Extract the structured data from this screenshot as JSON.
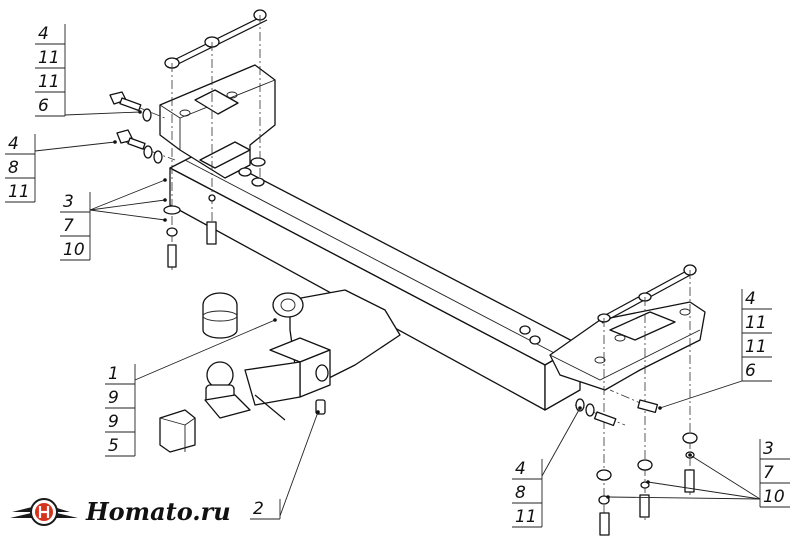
{
  "logo": {
    "text": "Homato.ru",
    "red": "#d6321c",
    "dark": "#1a1a1a"
  },
  "callouts": {
    "top_left": [
      "4",
      "11",
      "11",
      "6"
    ],
    "left_mid": [
      "4",
      "8",
      "11"
    ],
    "left_low": [
      "3",
      "7",
      "10"
    ],
    "ball": [
      "1",
      "9",
      "9",
      "5"
    ],
    "bolt": [
      "2"
    ],
    "right_top": [
      "4",
      "11",
      "11",
      "6"
    ],
    "bottom_mid": [
      "4",
      "8",
      "11"
    ],
    "right_low": [
      "3",
      "7",
      "10"
    ]
  }
}
